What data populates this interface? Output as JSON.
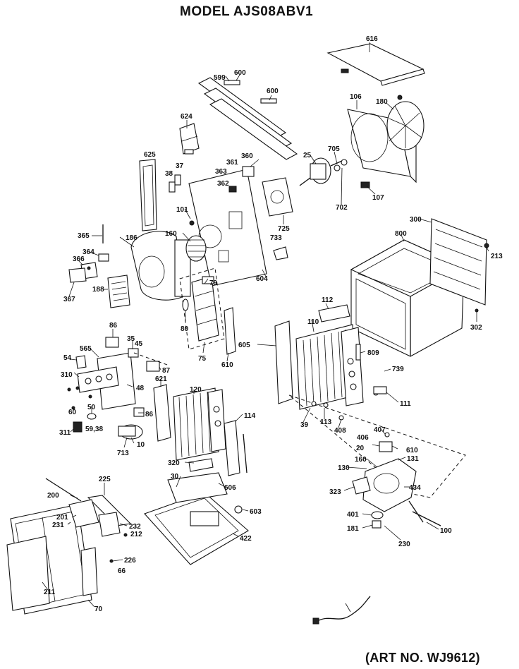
{
  "header": {
    "title": "MODEL AJS08ABV1"
  },
  "footer": {
    "art_number": "(ART NO. WJ9612)"
  },
  "callouts": [
    "616",
    "599",
    "600",
    "600",
    "106",
    "180",
    "624",
    "360",
    "361",
    "363",
    "362",
    "37",
    "38",
    "625",
    "25",
    "705",
    "702",
    "107",
    "101",
    "160",
    "725",
    "733",
    "604",
    "365",
    "364",
    "366",
    "367",
    "186",
    "188",
    "79",
    "80",
    "75",
    "300",
    "800",
    "213",
    "302",
    "112",
    "110",
    "605",
    "610",
    "809",
    "739",
    "111",
    "86",
    "35",
    "45",
    "565",
    "54",
    "87",
    "310",
    "48",
    "60",
    "50",
    "59,38",
    "311",
    "86",
    "10",
    "713",
    "621",
    "120",
    "114",
    "39",
    "113",
    "408",
    "406",
    "407",
    "20",
    "610",
    "131",
    "130",
    "160",
    "434",
    "323",
    "320",
    "30",
    "606",
    "603",
    "422",
    "401",
    "181",
    "100",
    "230",
    "200",
    "225",
    "201",
    "231",
    "232",
    "212",
    "226",
    "66",
    "211",
    "70"
  ]
}
